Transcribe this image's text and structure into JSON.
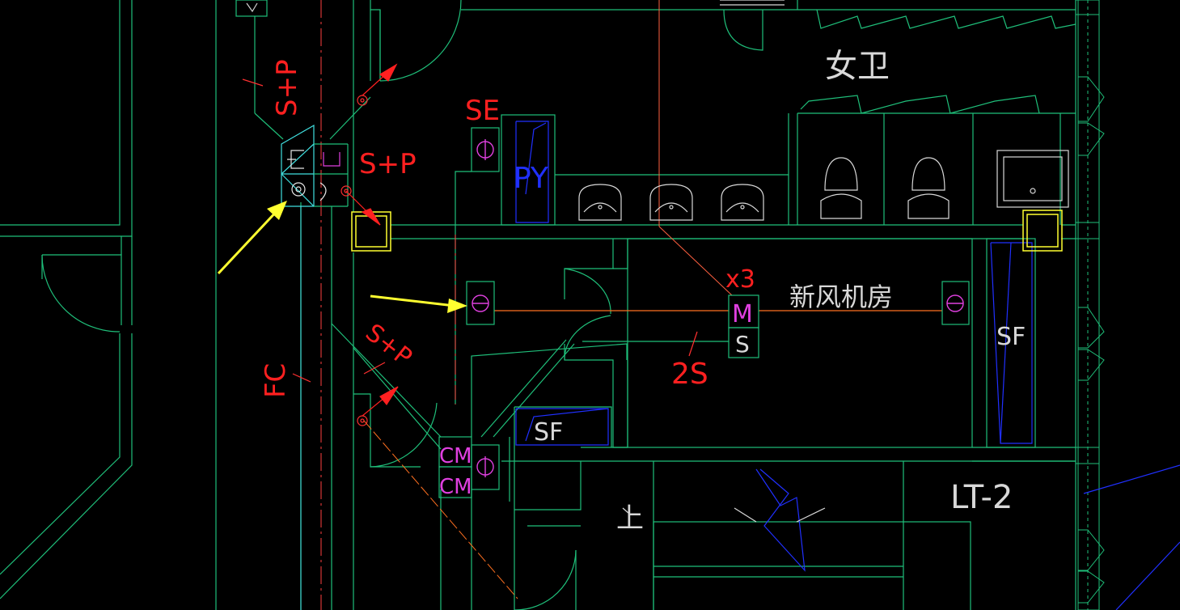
{
  "colors": {
    "background": "#000000",
    "wall": "#1fbf7a",
    "red_text": "#ff2020",
    "magenta_symbol": "#e040e0",
    "blue_fixture": "#2030ff",
    "yellow_arrow": "#ffff30",
    "orange_line": "#ff7020",
    "white_text": "#d8d8d8",
    "cyan": "#40e0e0"
  },
  "labels": {
    "se": "SE",
    "s_p_top": "S+P",
    "s_p_mid": "S+P",
    "s_p_low": "S+P",
    "fc": "FC",
    "py": "PY",
    "womens_toilet": "女卫",
    "fresh_air_room": "新风机房",
    "x3": "x3",
    "m": "M",
    "s": "S",
    "two_s": "2S",
    "sf_right": "SF",
    "sf_low": "SF",
    "cm_top": "CM",
    "cm_bottom": "CM",
    "lt2": "LT-2",
    "up": "上"
  }
}
